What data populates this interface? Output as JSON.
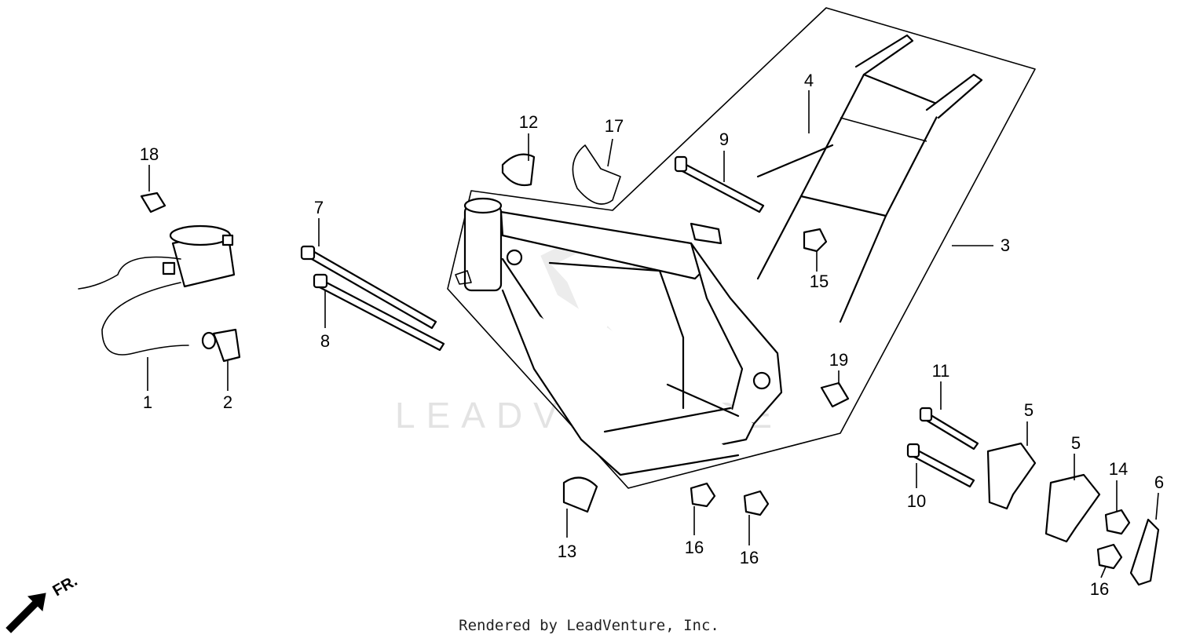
{
  "watermark": "LEADVENTURE",
  "credit": "Rendered by LeadVenture, Inc.",
  "direction_label": "FR.",
  "callouts": {
    "c1": "1",
    "c2": "2",
    "c3": "3",
    "c4": "4",
    "c5a": "5",
    "c5b": "5",
    "c6": "6",
    "c7": "7",
    "c8": "8",
    "c9": "9",
    "c10": "10",
    "c11": "11",
    "c12": "12",
    "c13": "13",
    "c14": "14",
    "c15": "15",
    "c16a": "16",
    "c16b": "16",
    "c16c": "16",
    "c17": "17",
    "c18": "18",
    "c19": "19"
  }
}
